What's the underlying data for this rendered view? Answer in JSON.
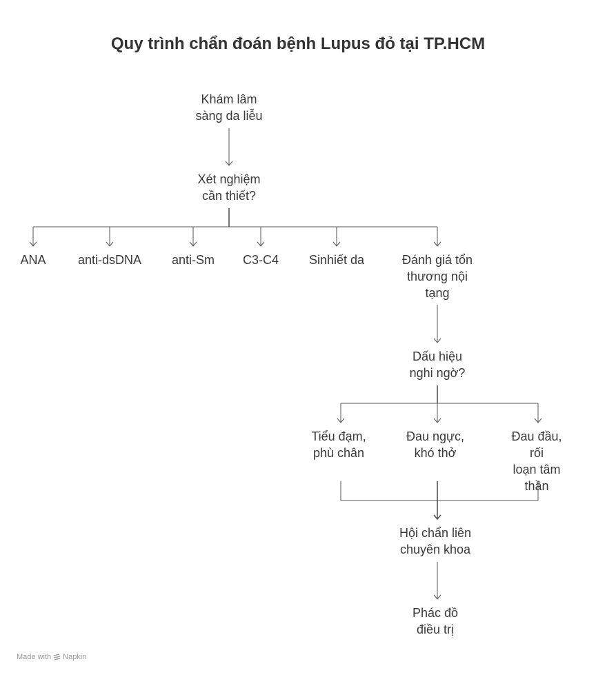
{
  "title": "Quy trình chẩn đoán bệnh Lupus đỏ tại TP.HCM",
  "nodes": {
    "kham": "Khám lâm\nsàng da liễu",
    "xet": "Xét nghiệm\ncần thiết?",
    "ana": "ANA",
    "dsdna": "anti-dsDNA",
    "sm": "anti-Sm",
    "c3c4": "C3-C4",
    "sinhthiet": "Sinhiết da",
    "danhgia": "Đánh giá tổn\nthương nội\ntạng",
    "dauhieu": "Dấu hiệu\nnghi ngờ?",
    "tieudam": "Tiểu đạm,\nphù chân",
    "daunguc": "Đau ngực,\nkhó thở",
    "daudau": "Đau đầu, rối\nloạn tâm\nthần",
    "hoichan": "Hội chẩn liên\nchuyên khoa",
    "phacdo": "Phác đồ\nđiều trị"
  },
  "footer": {
    "made_with": "Made with",
    "brand": "Napkin"
  },
  "colors": {
    "line": "#555555",
    "text": "#3a3a3a"
  }
}
